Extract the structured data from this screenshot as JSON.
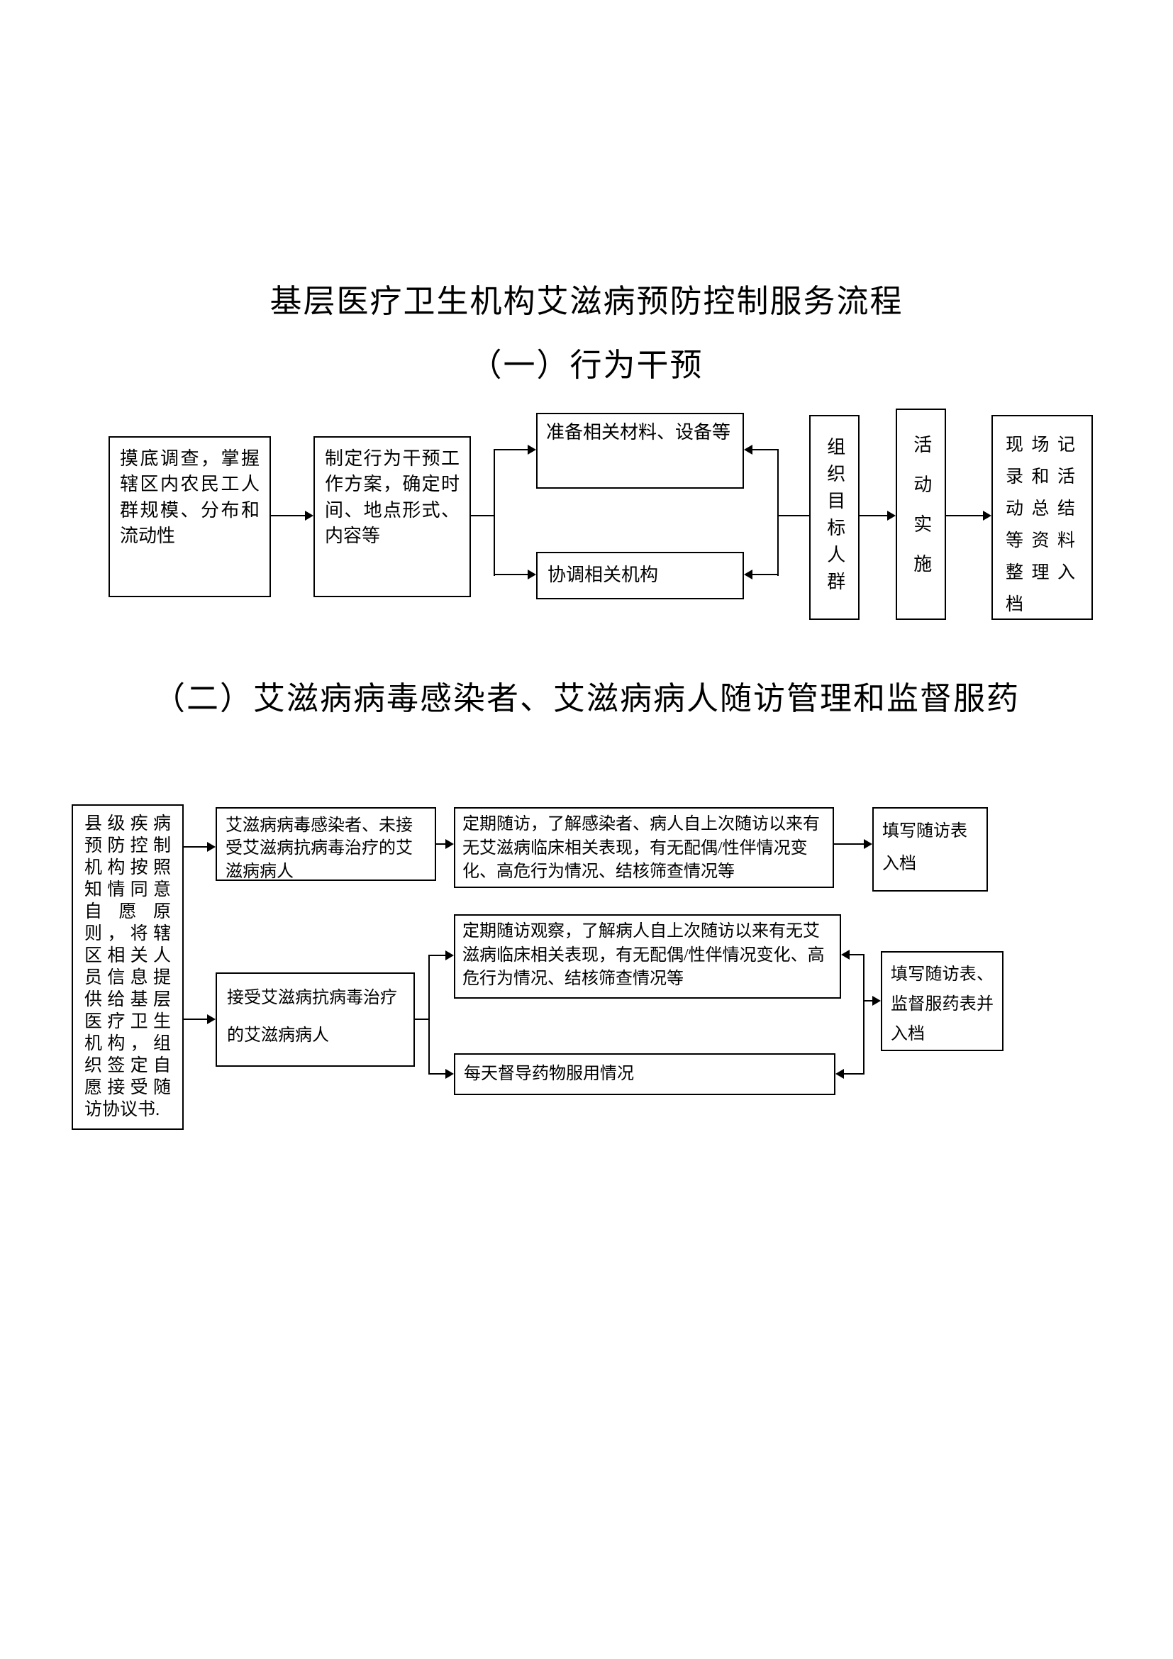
{
  "titles": {
    "main": "基层医疗卫生机构艾滋病预防控制服务流程",
    "section1": "（一）行为干预",
    "section2": "（二）艾滋病病毒感染者、艾滋病病人随访管理和监督服药"
  },
  "flow1": {
    "survey": "摸底调查，掌握辖区内农民工人群规模、分布和流动性",
    "plan": "制定行为干预工作方案，确定时间、地点形式、内容等",
    "materials": "准备相关材料、设备等",
    "coordinate": "协调相关机构",
    "organize_target": "组织目标人群",
    "implement": "活动实施",
    "archive": "现场记录和活动总结等资料整理入档"
  },
  "flow2": {
    "county_cdc": "县级疾病预防控制机构按照知情同意自愿原则，将辖区相关人员信息提供给基层医疗卫生机构，组织签定自愿接受随访协议书.",
    "untreated_patients": "艾滋病病毒感染者、未接受艾滋病抗病毒治疗的艾滋病病人",
    "regular_followup": "定期随访，了解感染者、病人自上次随访以来有无艾滋病临床相关表现，有无配偶/性伴情况变化、高危行为情况、结核筛查情况等",
    "fill_followup_form": "填写随访表入档",
    "treated_patients": "接受艾滋病抗病毒治疗的艾滋病病人",
    "followup_observe": "定期随访观察，了解病人自上次随访以来有无艾滋病临床相关表现，有无配偶/性伴情况变化、高危行为情况、结核筛查情况等",
    "daily_supervise": "每天督导药物服用情况",
    "fill_forms_archive": "填写随访表、监督服药表并入档"
  }
}
